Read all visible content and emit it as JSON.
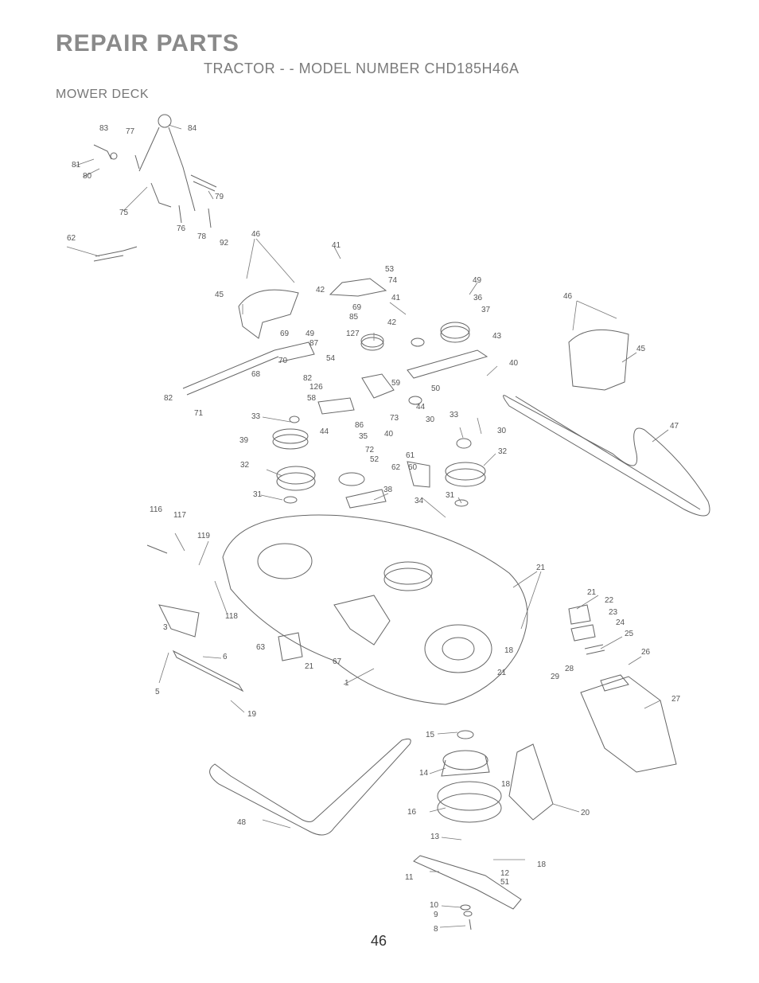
{
  "header": {
    "title": "REPAIR PARTS",
    "subtitle": "TRACTOR - - MODEL NUMBER CHD185H46A",
    "section": "MOWER DECK"
  },
  "page_number": "46",
  "callouts": [
    "83",
    "77",
    "84",
    "81",
    "80",
    "79",
    "75",
    "76",
    "78",
    "92",
    "62",
    "46",
    "41",
    "53",
    "74",
    "42",
    "49",
    "45",
    "69",
    "85",
    "36",
    "41",
    "37",
    "46",
    "42",
    "69",
    "49",
    "87",
    "127",
    "43",
    "45",
    "70",
    "54",
    "40",
    "68",
    "82",
    "59",
    "82",
    "126",
    "50",
    "58",
    "71",
    "33",
    "44",
    "33",
    "73",
    "86",
    "30",
    "30",
    "47",
    "44",
    "35",
    "40",
    "39",
    "72",
    "61",
    "52",
    "62",
    "60",
    "32",
    "32",
    "38",
    "31",
    "34",
    "31",
    "116",
    "117",
    "119",
    "21",
    "21",
    "22",
    "23",
    "24",
    "118",
    "25",
    "3",
    "18",
    "63",
    "6",
    "21",
    "67",
    "26",
    "28",
    "29",
    "21",
    "1",
    "27",
    "5",
    "19",
    "15",
    "14",
    "18",
    "16",
    "20",
    "48",
    "13",
    "18",
    "11",
    "12",
    "51",
    "10",
    "9",
    "8"
  ]
}
